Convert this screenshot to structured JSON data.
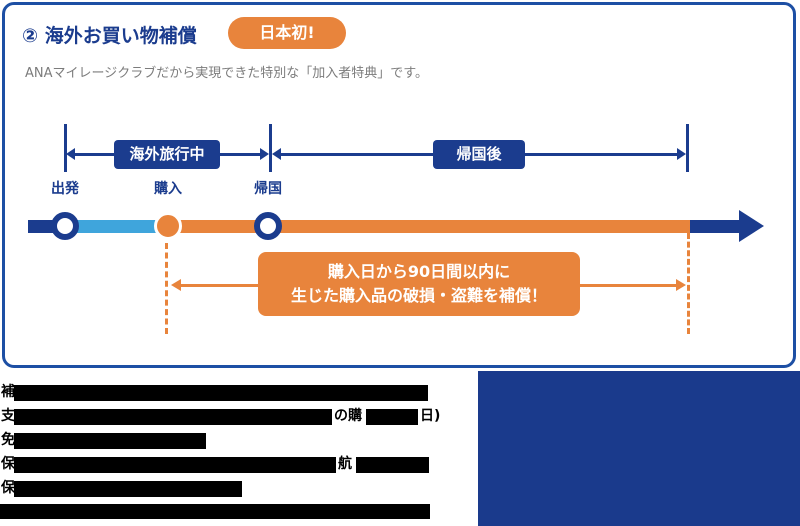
{
  "card": {
    "title": "② 海外お買い物補償",
    "badge": "日本初!",
    "subtitle": "ANAマイレージクラブだから実現できた特別な「加入者特典」です。"
  },
  "timeline": {
    "phases": {
      "overseas": "海外旅行中",
      "after_return": "帰国後"
    },
    "points": {
      "departure": "出発",
      "purchase": "購入",
      "return": "帰国"
    },
    "callout": {
      "line1": "購入日から90日間以内に",
      "line2": "生じた購入品の破損・盗難を補償！"
    }
  },
  "details_table": {
    "rows": [
      {
        "label": "補",
        "fragments": []
      },
      {
        "label": "支",
        "fragments": [
          "の購",
          "日)"
        ]
      },
      {
        "label": "免",
        "fragments": []
      },
      {
        "label": "保",
        "fragments": [
          "航"
        ]
      },
      {
        "label": "保",
        "fragments": []
      },
      {
        "label": "",
        "fragments": []
      }
    ]
  },
  "colors": {
    "navy": "#1b3c8e",
    "card_border": "#1d4fa4",
    "light_blue": "#3fa5dc",
    "orange": "#e8843c",
    "band_navy": "#1a3a8c",
    "subtitle_gray": "#7c7c7c",
    "redaction_black": "#000000"
  }
}
